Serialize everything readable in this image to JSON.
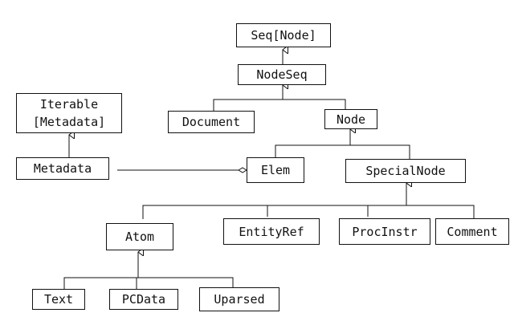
{
  "diagram": {
    "nodes": {
      "seq_node": "Seq[Node]",
      "nodeseq": "NodeSeq",
      "iterable_line1": "Iterable",
      "iterable_line2": "[Metadata]",
      "document": "Document",
      "node": "Node",
      "metadata": "Metadata",
      "elem": "Elem",
      "specialnode": "SpecialNode",
      "atom": "Atom",
      "entityref": "EntityRef",
      "procinstr": "ProcInstr",
      "comment": "Comment",
      "text": "Text",
      "pcdata": "PCData",
      "uparsed": "Uparsed"
    },
    "relations": [
      {
        "from": "NodeSeq",
        "to": "Seq[Node]",
        "kind": "inheritance"
      },
      {
        "from": "Document",
        "to": "NodeSeq",
        "kind": "inheritance"
      },
      {
        "from": "Node",
        "to": "NodeSeq",
        "kind": "inheritance"
      },
      {
        "from": "Metadata",
        "to": "Iterable[Metadata]",
        "kind": "inheritance"
      },
      {
        "from": "Elem",
        "to": "Node",
        "kind": "inheritance"
      },
      {
        "from": "SpecialNode",
        "to": "Node",
        "kind": "inheritance"
      },
      {
        "from": "Metadata",
        "to": "Elem",
        "kind": "aggregation"
      },
      {
        "from": "Atom",
        "to": "SpecialNode",
        "kind": "inheritance"
      },
      {
        "from": "EntityRef",
        "to": "SpecialNode",
        "kind": "inheritance"
      },
      {
        "from": "ProcInstr",
        "to": "SpecialNode",
        "kind": "inheritance"
      },
      {
        "from": "Comment",
        "to": "SpecialNode",
        "kind": "inheritance"
      },
      {
        "from": "Text",
        "to": "Atom",
        "kind": "inheritance"
      },
      {
        "from": "PCData",
        "to": "Atom",
        "kind": "inheritance"
      },
      {
        "from": "Uparsed",
        "to": "Atom",
        "kind": "inheritance"
      }
    ]
  }
}
